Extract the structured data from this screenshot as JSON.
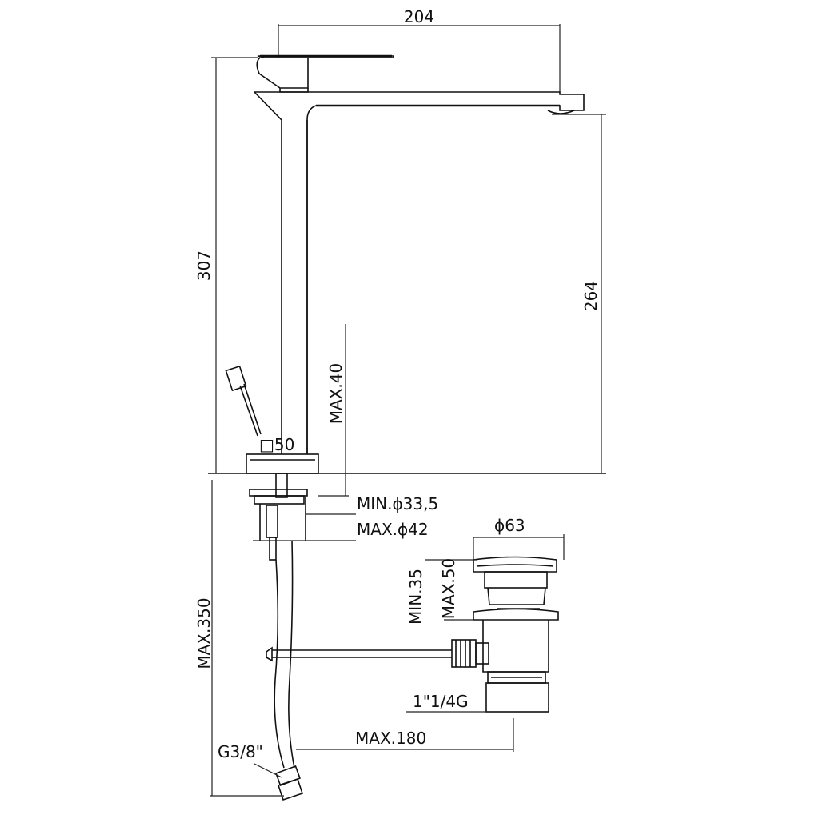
{
  "dimensions": {
    "spout_reach": "204",
    "total_height": "307",
    "spout_height": "264",
    "max_deck_thickness": "MAX.40",
    "base_size": "□50",
    "min_hole_diameter": "MIN.ϕ33,5",
    "max_hole_diameter": "MAX.ϕ42",
    "hose_length": "MAX.350",
    "waste_diameter": "ϕ63",
    "waste_min": "MIN.35",
    "waste_max": "MAX.50",
    "waste_thread": "1\"1/4G",
    "rod_length": "MAX.180",
    "hose_thread": "G3/8\""
  }
}
